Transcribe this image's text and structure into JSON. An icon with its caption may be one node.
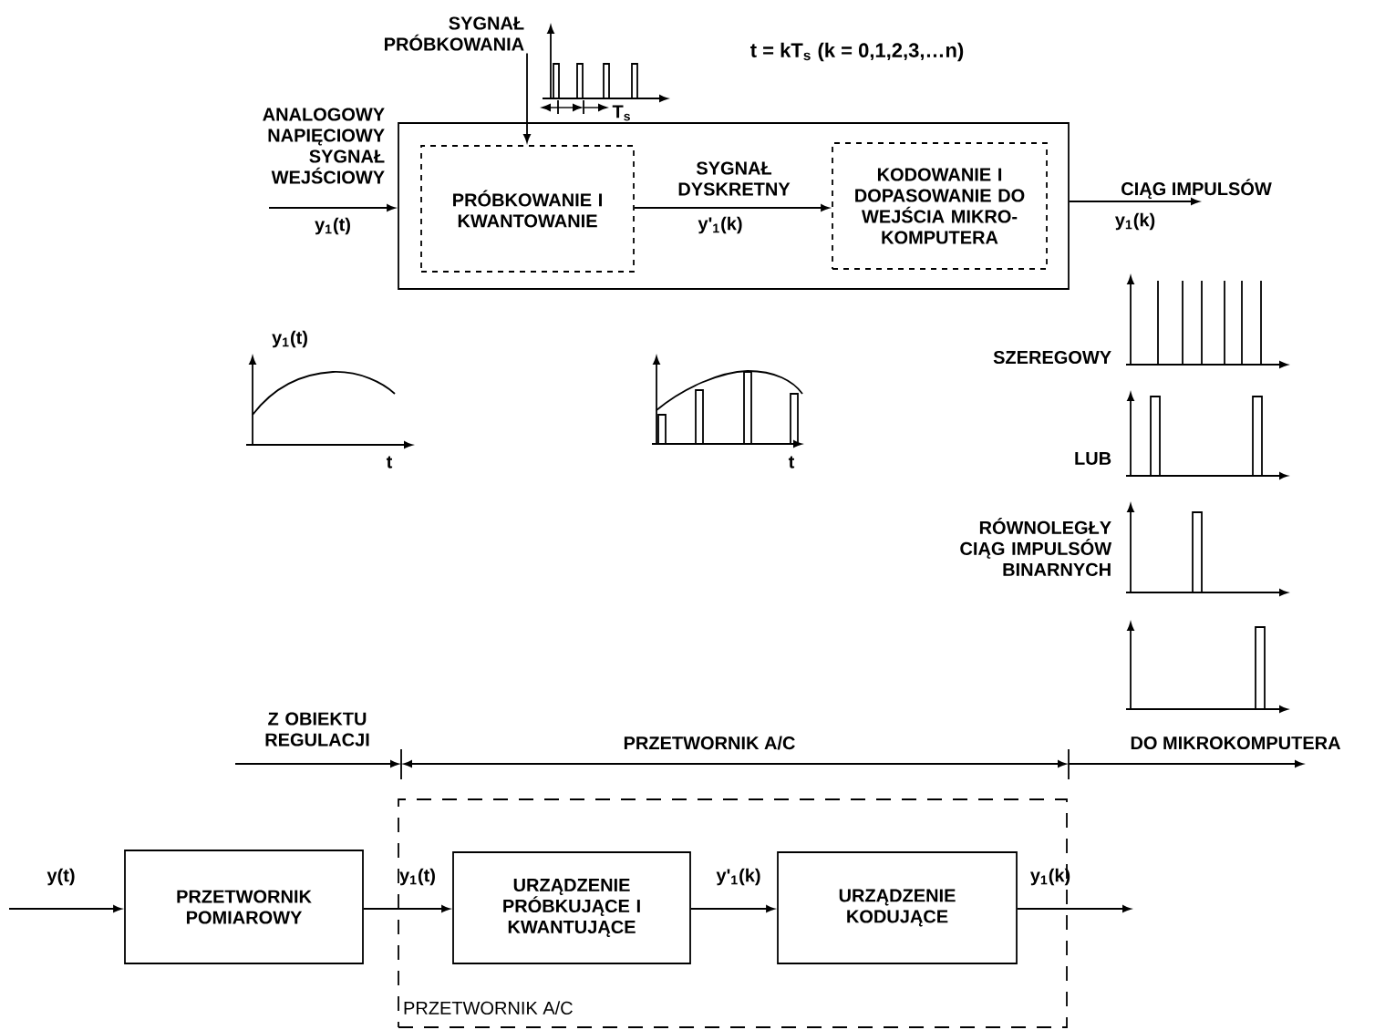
{
  "diagram": {
    "nodes": [
      {
        "text": [],
        "shape": "box"
      },
      {
        "text": [
          "PRÓBKOWANIE I KWANTOWANIE"
        ],
        "in": 0
      },
      {
        "text": [
          "KODOWANIE I DOPASOWANIE DO WEJŚCIA MIKRO- KOMPUTERA"
        ],
        "in": 0
      },
      {
        "text": [
          "SYGNAŁ PRÓBKOWANIA"
        ]
      },
      {
        "text": [
          "PRZETWORNIK POMIAROWY"
        ]
      },
      {
        "text": [
          "PRZETWORNIK A/C"
        ]
      },
      {
        "text": [
          "URZĄDZENIE PRÓBKUJĄCE I KWANTUJĄCE"
        ],
        "in": 5
      },
      {
        "text": [
          "URZĄDZENIE KODUJĄCE"
        ],
        "in": 5
      },
      {
        "text": [
          "CIĄG IMPULSÓW"
        ]
      }
    ],
    "edges": [
      {
        "from": null,
        "to": 0,
        "arrow": "to",
        "label": "y$_{1}$(t)"
      },
      {
        "from": 1,
        "to": 2,
        "arrow": "to",
        "label": "y'$_{1}$(k)"
      },
      {
        "from": 0,
        "to": 8,
        "arrow": "to",
        "label": "y$_{1}$(k)"
      },
      {
        "from": 3,
        "to": 1,
        "arrow": "to"
      },
      {
        "from": null,
        "to": 4,
        "arrow": "to",
        "label": "y(t)"
      },
      {
        "from": 4,
        "to": 6,
        "arrow": "to",
        "label": "y$_{1}$(t)"
      },
      {
        "from": 6,
        "to": 7,
        "arrow": "to",
        "label": "y'$_{1}$(k)"
      },
      {
        "from": 7,
        "to": null,
        "arrow": "to",
        "label": "y$_{1}$(k)"
      }
    ],
    "labels": [
      "t = kT$_{s}$ (k = 0,1,2,3,…n)",
      "T$_{s}$",
      "ANALOGOWY NAPIĘCIOWY SYGNAŁ WEJŚCIOWY",
      "SYGNAŁ DYSKRETNY",
      "y$_{1}$(t)",
      "SZEREGOWY",
      "t",
      "t",
      "LUB",
      "RÓWNOLEGŁY CIĄG IMPULSÓW BINARNYCH",
      "Z OBIEKTU REGULACJI",
      "PRZETWORNIK A/C",
      "DO MIKROKOMPUTERA"
    ]
  }
}
